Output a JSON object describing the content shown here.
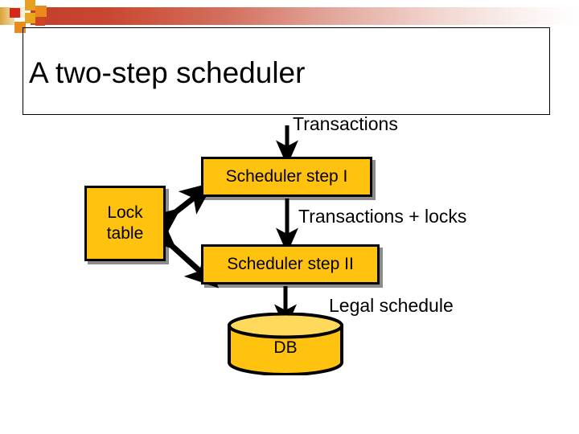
{
  "slide": {
    "title": "A two-step scheduler",
    "background_color": "#ffffff",
    "accent_color": "#c2402b",
    "box_fill_color": "#ffc20e",
    "decor": {
      "band_icon": "gradient-band",
      "squares_icon": "decorative-squares"
    }
  },
  "diagram": {
    "type": "flowchart",
    "nodes": [
      {
        "id": "lock-table",
        "label_line1": "Lock",
        "label_line2": "table",
        "shape": "rectangle"
      },
      {
        "id": "scheduler-step-1",
        "label": "Scheduler step I",
        "shape": "rectangle"
      },
      {
        "id": "scheduler-step-2",
        "label": "Scheduler step II",
        "shape": "rectangle"
      },
      {
        "id": "database",
        "label": "DB",
        "shape": "cylinder"
      }
    ],
    "edge_labels": {
      "transactions": "Transactions",
      "transactions_plus_locks": "Transactions + locks",
      "legal_schedule": "Legal schedule"
    },
    "edges": [
      {
        "from": "input",
        "to": "scheduler-step-1",
        "label": "Transactions",
        "style": "arrow-down"
      },
      {
        "from": "scheduler-step-1",
        "to": "scheduler-step-2",
        "label": "Transactions + locks",
        "style": "arrow-down"
      },
      {
        "from": "scheduler-step-2",
        "to": "database",
        "label": "Legal schedule",
        "style": "arrow-down"
      },
      {
        "from": "lock-table",
        "to": "scheduler-step-1",
        "label": "",
        "style": "double-arrow"
      },
      {
        "from": "lock-table",
        "to": "scheduler-step-2",
        "label": "",
        "style": "double-arrow"
      }
    ]
  }
}
